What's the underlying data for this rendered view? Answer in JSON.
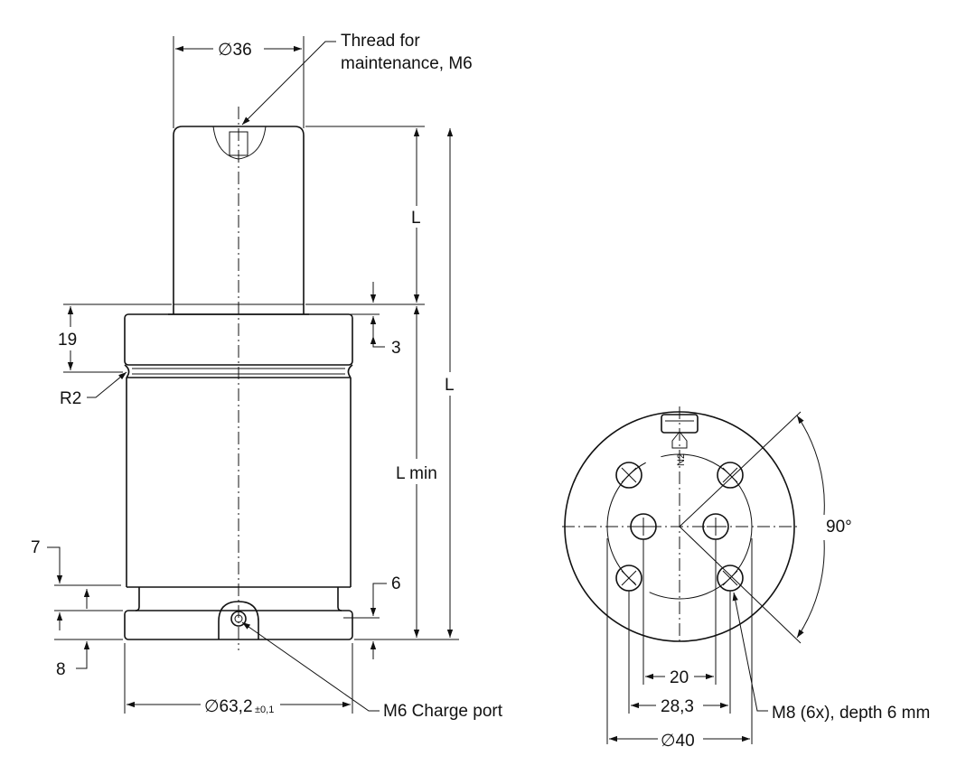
{
  "labels": {
    "dia_top": "∅36",
    "thread_note_line1": "Thread for",
    "thread_note_line2": "maintenance, M6",
    "L_upper": "L",
    "L_total": "L",
    "L_min": "L min",
    "dim_19": "19",
    "dim_3": "3",
    "dim_R2": "R2",
    "dim_7": "7",
    "dim_6": "6",
    "dim_8": "8",
    "dia_base": "∅63,2",
    "dia_base_tol": "±0,1",
    "charge_port": "M6 Charge port",
    "angle_90": "90°",
    "dim_20": "20",
    "dim_28_3": "28,3",
    "dia_40": "∅40",
    "m8_note": "M8 (6x), depth 6 mm",
    "nitrogen_mark": "N2"
  },
  "colors": {
    "line": "#111111",
    "background": "#ffffff"
  }
}
